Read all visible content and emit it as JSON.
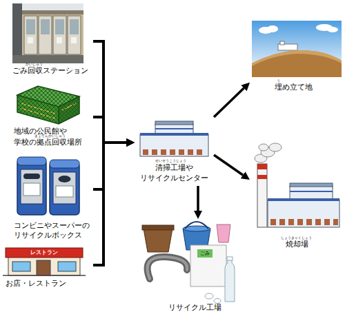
{
  "diagram": {
    "nodes": [
      {
        "text": [
          "ごみ回収ステーション",
          "かいしゅう"
        ]
      },
      {
        "text": [
          "地域の公民館や 学校の拠点回収場所",
          "きょてんかいしゅう"
        ]
      },
      {
        "text": [
          "コンビニやスーパーの リサイクルボックス"
        ]
      },
      {
        "text": [
          "お店・レストラン"
        ]
      },
      {
        "text": [
          "清掃工場や リサイクルセンター",
          "せいそうこうじょう"
        ]
      },
      {
        "text": [
          "埋め立て地",
          "う"
        ]
      },
      {
        "text": [
          "焼却場",
          "しょうきゃくじょう"
        ]
      },
      {
        "text": [
          "リサイクル工場"
        ]
      }
    ],
    "edges": [
      {
        "from": 0,
        "to": 4,
        "arrow": "to"
      },
      {
        "from": 1,
        "to": 4,
        "arrow": "to"
      },
      {
        "from": 2,
        "to": 4,
        "arrow": "to"
      },
      {
        "from": 3,
        "to": 4,
        "arrow": "to"
      },
      {
        "from": 4,
        "to": 5,
        "arrow": "to"
      },
      {
        "from": 4,
        "to": 6,
        "arrow": "to"
      },
      {
        "from": 4,
        "to": 7,
        "arrow": "to"
      }
    ],
    "labels": [
      "レストラン",
      "ごみ"
    ]
  }
}
